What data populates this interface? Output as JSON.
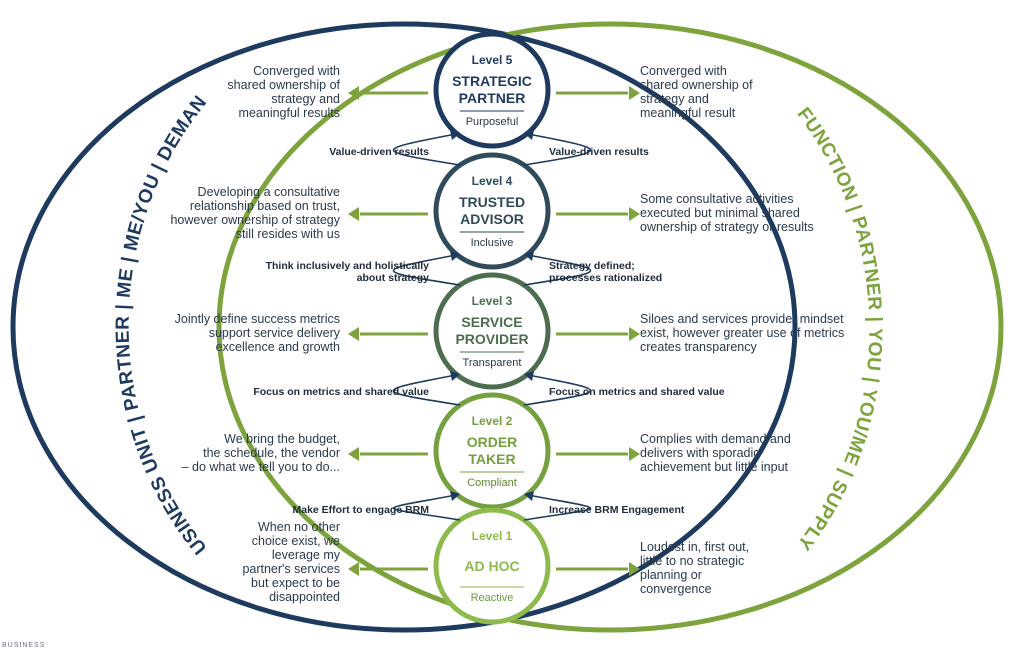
{
  "side_labels": {
    "left": "BUSINESS UNIT | PARTNER | ME | ME/YOU | DEMAND",
    "right": "FUNCTION | PARTNER | YOU | YOU/ME | SUPPLY",
    "cut_off": "BUSINESS"
  },
  "colors": {
    "navy": "#1f3a5f",
    "green": "#7da33c",
    "level_5": "#1f3a5f",
    "level_4": "#2f4a5a",
    "level_3": "#4c6e4e",
    "level_2": "#74a040",
    "level_1": "#8cba4c"
  },
  "levels": [
    {
      "level": "Level 5",
      "name_line1": "STRATEGIC",
      "name_line2": "PARTNER",
      "trait": "Purposeful",
      "left_text": [
        "Converged with",
        "shared ownership of",
        "strategy and",
        "meaningful results"
      ],
      "right_text": [
        "Converged with",
        "shared ownership of",
        "strategy and",
        "meaningful result"
      ]
    },
    {
      "level": "Level 4",
      "name_line1": "TRUSTED",
      "name_line2": "ADVISOR",
      "trait": "Inclusive",
      "left_text": [
        "Developing a consultative",
        "relationship based on trust,",
        "however ownership of strategy",
        "still resides with us"
      ],
      "right_text": [
        "Some consultative activities",
        "executed but minimal shared",
        "ownership of strategy or results"
      ]
    },
    {
      "level": "Level 3",
      "name_line1": "SERVICE",
      "name_line2": "PROVIDER",
      "trait": "Transparent",
      "left_text": [
        "Jointly define success metrics",
        "support service delivery",
        "excellence and growth"
      ],
      "right_text": [
        "Siloes and services provider mindset",
        "exist, however greater use of metrics",
        "creates transparency"
      ]
    },
    {
      "level": "Level 2",
      "name_line1": "ORDER",
      "name_line2": "TAKER",
      "trait": "Compliant",
      "left_text": [
        "We bring the budget,",
        "the schedule, the vendor",
        "– do what we tell you to do..."
      ],
      "right_text": [
        "Complies with demand and",
        "delivers with sporadic",
        "achievement but little input"
      ]
    },
    {
      "level": "Level 1",
      "name_line1": "AD HOC",
      "name_line2": "",
      "trait": "Reactive",
      "left_text": [
        "When no other",
        "choice exist, we",
        "leverage my",
        "partner's services",
        "but expect to be",
        "disappointed"
      ],
      "right_text": [
        "Loudest in, first out,",
        "little to no strategic",
        "planning or",
        "convergence"
      ]
    }
  ],
  "transitions": [
    {
      "left": [
        "Value-driven results"
      ],
      "right": [
        "Value-driven results"
      ]
    },
    {
      "left": [
        "Think inclusively and holistically",
        "about strategy"
      ],
      "right": [
        "Strategy defined;",
        "processes rationalized"
      ]
    },
    {
      "left": [
        "Focus on metrics and shared value"
      ],
      "right": [
        "Focus on metrics and shared value"
      ]
    },
    {
      "left": [
        "Make Effort to engage BRM"
      ],
      "right": [
        "Increase BRM Engagement"
      ]
    }
  ]
}
